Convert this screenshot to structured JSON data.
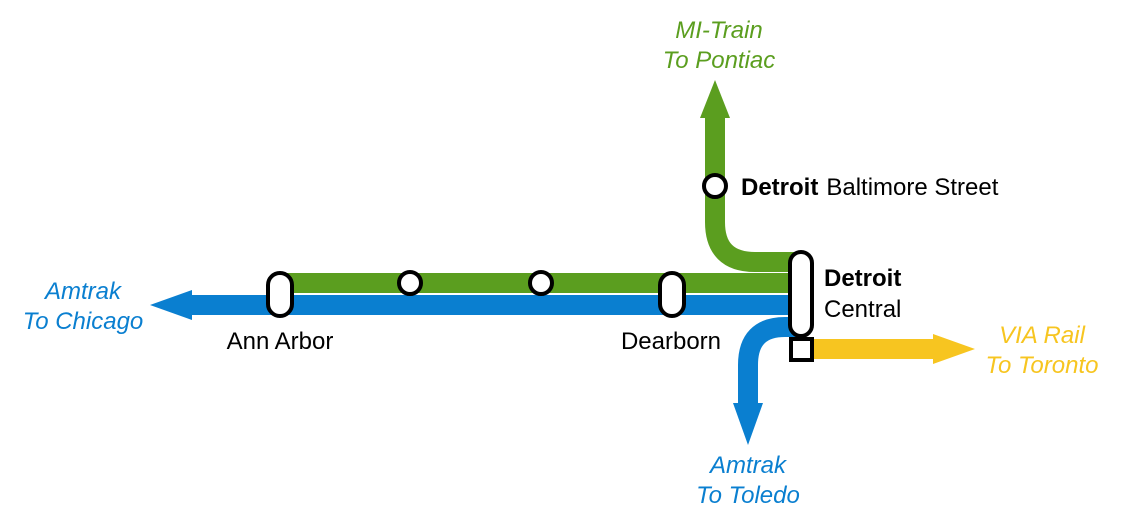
{
  "colors": {
    "michigan_line": "#5b9e1f",
    "amtrak": "#0a7fd0",
    "via_rail": "#f7c520",
    "station_stroke": "#000000",
    "station_fill": "#ffffff",
    "label_text": "#000000"
  },
  "destinations": {
    "pontiac": {
      "line1": "MI-Train",
      "line2": "To Pontiac"
    },
    "chicago": {
      "line1": "Amtrak",
      "line2": "To Chicago"
    },
    "toronto": {
      "line1": "VIA Rail",
      "line2": "To Toronto"
    },
    "toledo": {
      "line1": "Amtrak",
      "line2": "To Toledo"
    }
  },
  "stations": {
    "baltimore": {
      "bold": "Detroit",
      "rest": "Baltimore Street"
    },
    "central": {
      "line1": "Detroit",
      "line2": "Central"
    },
    "ann_arbor": {
      "name": "Ann Arbor"
    },
    "dearborn": {
      "name": "Dearborn"
    }
  }
}
